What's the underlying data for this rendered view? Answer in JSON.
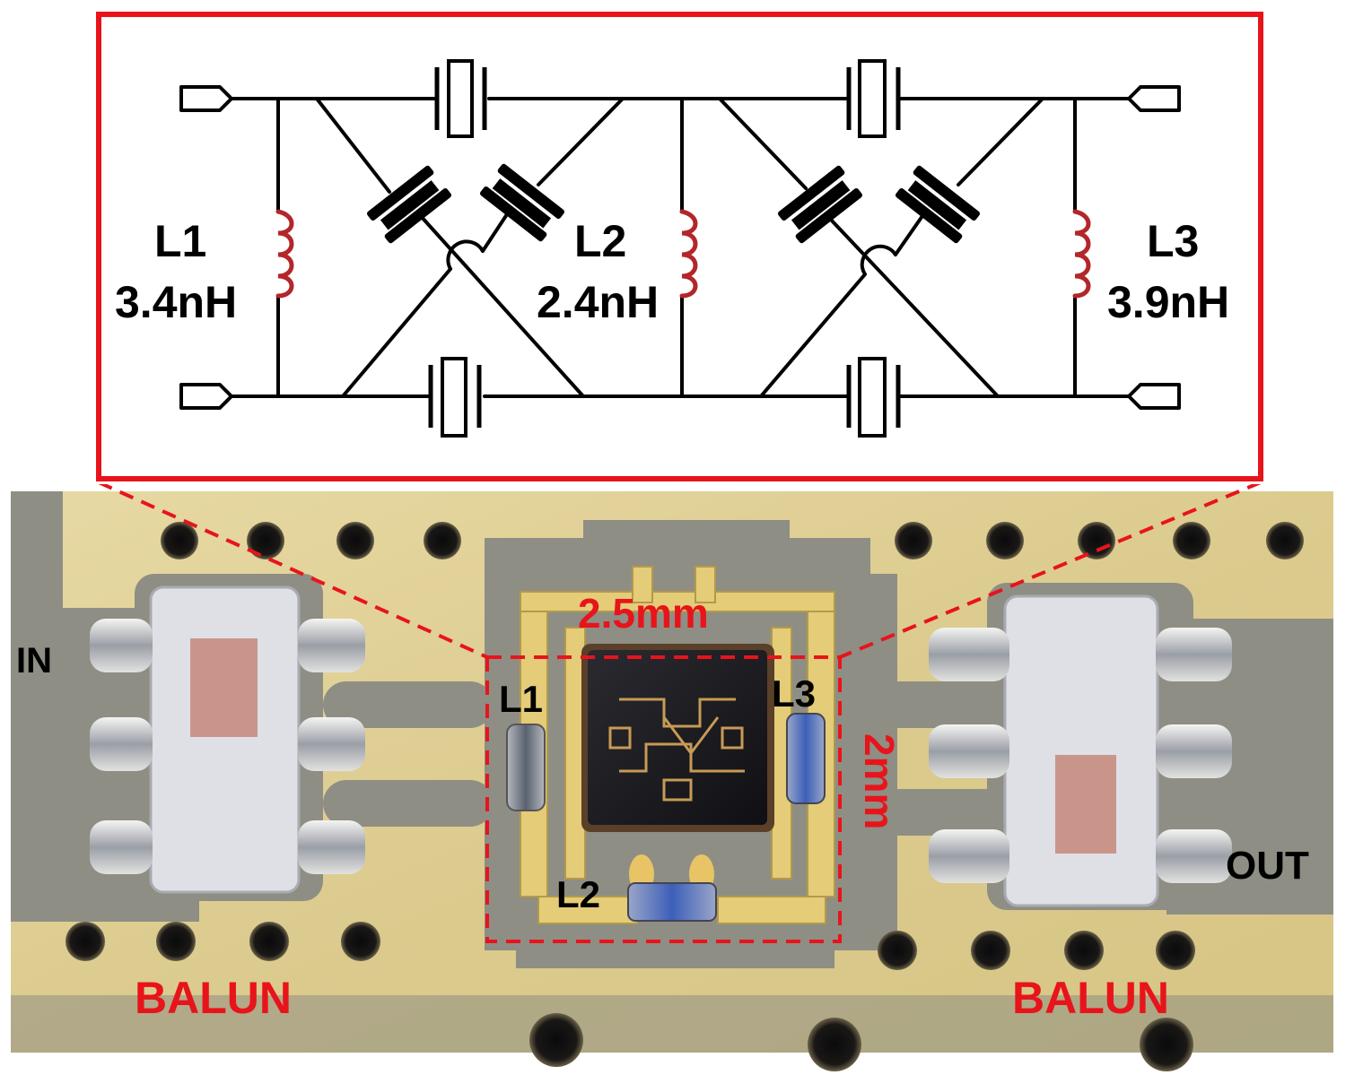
{
  "schematic": {
    "inductors": [
      {
        "label": "L1",
        "value": "3.4nH"
      },
      {
        "label": "L2",
        "value": "2.4nH"
      },
      {
        "label": "L3",
        "value": "3.9nH"
      }
    ],
    "frame_color": "#e8141b",
    "inductor_color": "#b3262a"
  },
  "photo": {
    "in_label": "IN",
    "out_label": "OUT",
    "balun_left": "BALUN",
    "balun_right": "BALUN",
    "dim_width": "2.5mm",
    "dim_height": "2mm",
    "component_labels": [
      "L1",
      "L2",
      "L3"
    ],
    "annotation_color": "#e8141b"
  }
}
